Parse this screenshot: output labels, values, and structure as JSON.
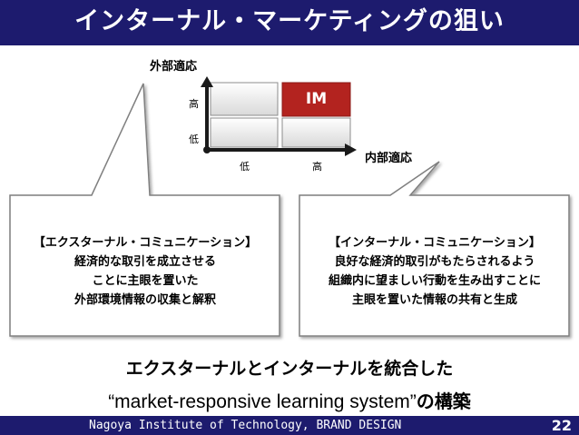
{
  "title": "インターナル・マーケティングの狙い",
  "matrix": {
    "y_axis_title": "外部適応",
    "x_axis_title": "内部適応",
    "y_high": "高",
    "y_low": "低",
    "x_low": "低",
    "x_high": "高",
    "highlight_label": "IM",
    "highlight_color": "#b3231f"
  },
  "left_box": {
    "lines": [
      "【エクスターナル・コミュニケーション】",
      "経済的な取引を成立させる",
      "ことに主眼を置いた",
      "外部環境情報の収集と解釈"
    ]
  },
  "right_box": {
    "lines": [
      "【インターナル・コミュニケーション】",
      "良好な経済的取引がもたらされるよう",
      "組織内に望ましい行動を生み出すことに",
      "主眼を置いた情報の共有と生成"
    ]
  },
  "summary": {
    "line1": "エクスターナルとインターナルを統合した",
    "line2_en": "“market-responsive learning system”",
    "line2_ja": "の構築"
  },
  "footer": {
    "text": "Nagoya Institute of Technology, BRAND DESIGN",
    "page": "22"
  },
  "colors": {
    "brand": "#1d1b6e"
  }
}
